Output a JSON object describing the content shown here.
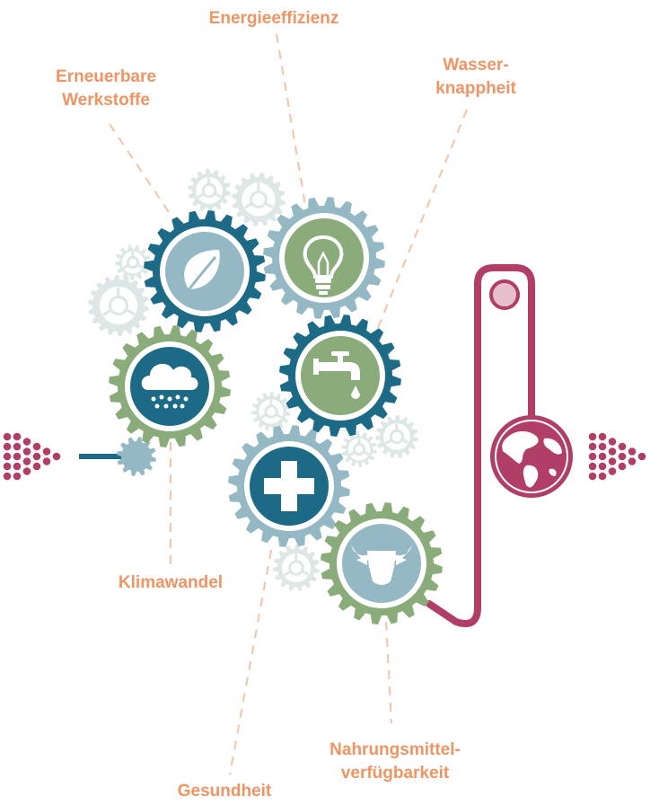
{
  "labels": {
    "energy": [
      "Energieeffizienz"
    ],
    "materials": [
      "Erneuerbare",
      "Werkstoffe"
    ],
    "water": [
      "Wasser-",
      "knappheit"
    ],
    "climate": [
      "Klimawandel"
    ],
    "health": [
      "Gesundheit"
    ],
    "food": [
      "Nahrungsmittel-",
      "verfügbarkeit"
    ]
  },
  "colors": {
    "label": "#ef9463",
    "dash": "#f5c4a6",
    "teal": "#1d6a86",
    "light_blue": "#94b9c4",
    "green": "#8aab7a",
    "pale_gear": "#dde7e6",
    "magenta": "#b03e67",
    "pale_magenta": "#e8bfcc"
  },
  "icons": [
    "leaf-icon",
    "lightbulb-icon",
    "rain-cloud-icon",
    "water-tap-icon",
    "plus-icon",
    "cow-head-icon",
    "globe-icon",
    "arrow-dots-icon"
  ]
}
